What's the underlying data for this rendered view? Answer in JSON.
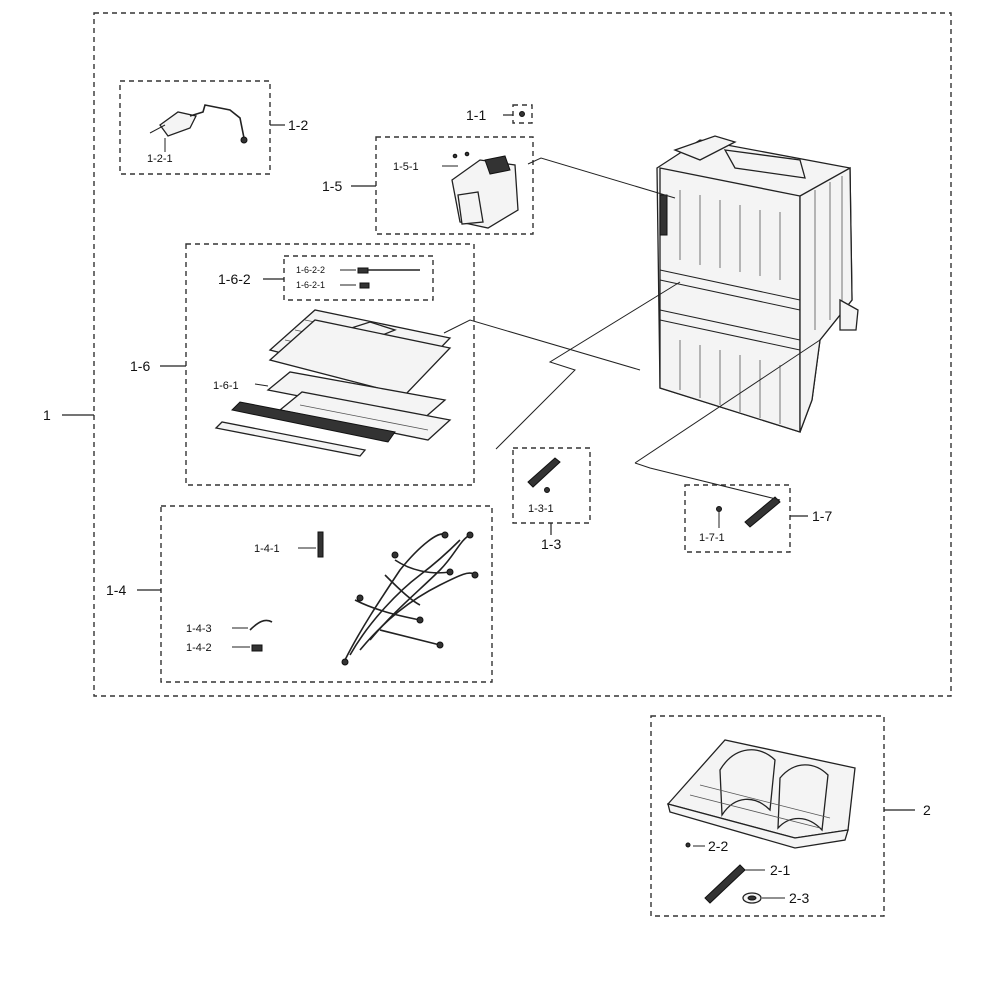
{
  "labels": {
    "l1": "1",
    "l1_1": "1-1",
    "l1_2": "1-2",
    "l1_2_1": "1-2-1",
    "l1_3": "1-3",
    "l1_3_1": "1-3-1",
    "l1_4": "1-4",
    "l1_4_1": "1-4-1",
    "l1_4_2": "1-4-2",
    "l1_4_3": "1-4-3",
    "l1_5": "1-5",
    "l1_5_1": "1-5-1",
    "l1_6": "1-6",
    "l1_6_1": "1-6-1",
    "l1_6_2": "1-6-2",
    "l1_6_2_1": "1-6-2-1",
    "l1_6_2_2": "1-6-2-2",
    "l1_7": "1-7",
    "l1_7_1": "1-7-1",
    "l2": "2",
    "l2_1": "2-1",
    "l2_2": "2-2",
    "l2_3": "2-3"
  },
  "icons": {
    "cabinet": "refrigerator-cabinet-icon",
    "evaporator": "evaporator-cover-icon",
    "harness": "wire-harness-icon",
    "drawer_cover": "drawer-cover-icon"
  }
}
